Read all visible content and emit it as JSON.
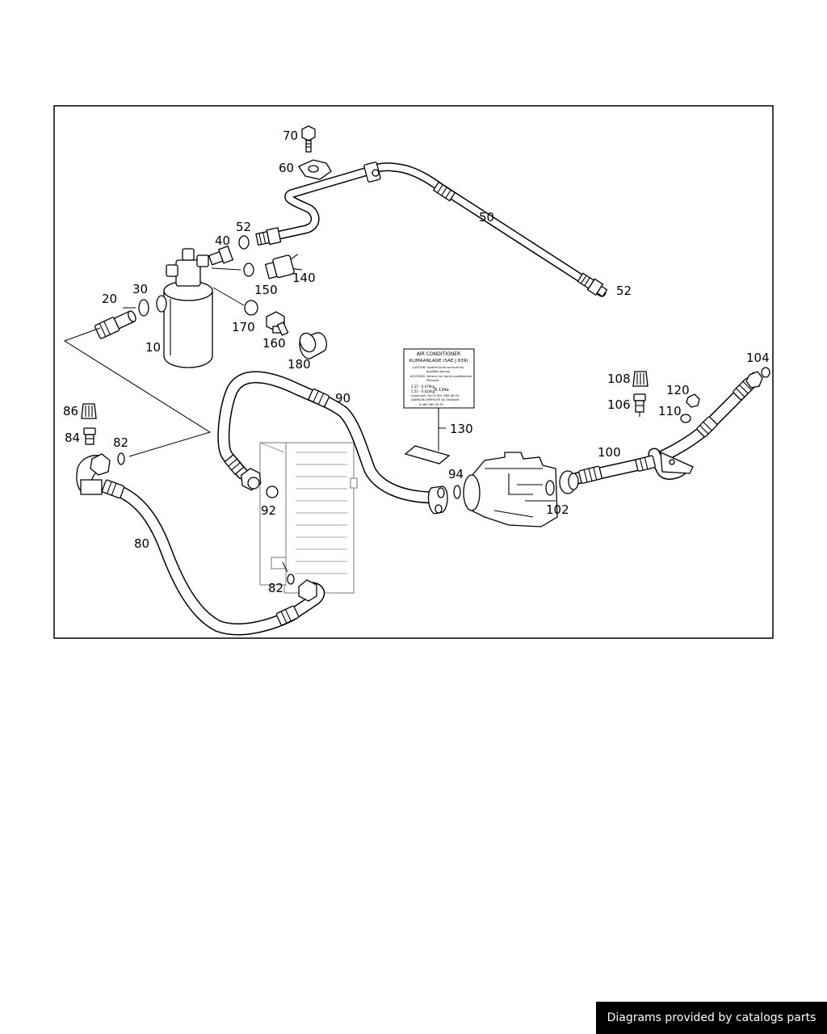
{
  "labels": {
    "l10": "10",
    "l20": "20",
    "l30": "30",
    "l40": "40",
    "l50": "50",
    "l52a": "52",
    "l52b": "52",
    "l60": "60",
    "l70": "70",
    "l80": "80",
    "l82a": "82",
    "l82b": "82",
    "l84": "84",
    "l86": "86",
    "l90": "90",
    "l92": "92",
    "l94": "94",
    "l100": "100",
    "l102": "102",
    "l104": "104",
    "l106": "106",
    "l108": "108",
    "l110": "110",
    "l120": "120",
    "l130": "130",
    "l140": "140",
    "l150": "150",
    "l160": "160",
    "l170": "170",
    "l180": "180"
  },
  "sticker": {
    "line1": "AIR CONDITIONER",
    "line2": "KLIMAANLAGE (SAE J 639)",
    "line3": "CAUTION: System to be serviced by",
    "line4": "qualified person",
    "line5": "ACHTUNG: Service nur durch qualifiziertes",
    "line6": "Personal",
    "line7": "2,37 - 0,079kg",
    "line8": "1,51 - 0,024kg",
    "line9": "R 134a",
    "line10": "Lubricant: Oel",
    "line11": "A 001 989 08 03",
    "line12": "DAIMLER-CHRYSLER AG Stuttgart",
    "line13": "A 463 584 05 95"
  },
  "footer": {
    "text": "Diagrams provided by catalogs parts"
  }
}
